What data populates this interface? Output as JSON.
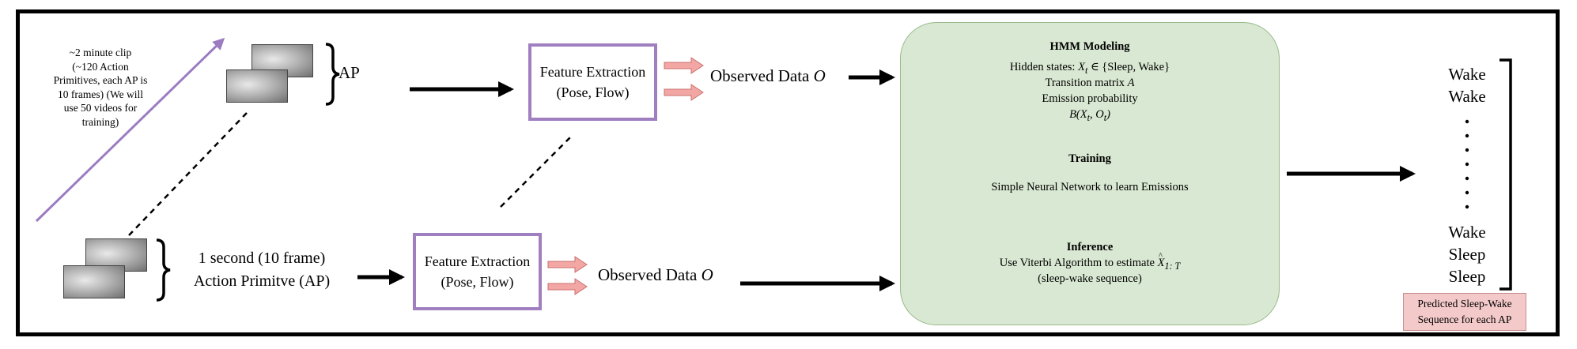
{
  "clip_note": [
    "~2 minute clip",
    "(~120 Action",
    "Primitives, each AP is",
    "10 frames)  (We will",
    "use 50 videos for",
    "training)"
  ],
  "ap_label": "AP",
  "primitive_label": [
    "1 second (10 frame)",
    "Action Primitve (AP)"
  ],
  "feature_extraction": [
    "Feature Extraction",
    "(Pose, Flow)"
  ],
  "observed_data": "Observed Data",
  "observed_symbol": "O",
  "hmm": {
    "title": "HMM Modeling",
    "hidden_states_prefix": "Hidden states:",
    "hidden_states_symbol": "X",
    "hidden_states_sub": "t",
    "hidden_states_set": "∈ {Sleep, Wake}",
    "transition_prefix": "Transition matrix",
    "transition_symbol": "A",
    "emission": "Emission probability",
    "emission_formula": "B(X",
    "emission_formula_mid": ", O",
    "emission_formula_end": ")",
    "training_title": "Training",
    "training_text": "Simple Neural Network to learn Emissions",
    "inference_title": "Inference",
    "inference_prefix": "Use Viterbi Algorithm to estimate",
    "inference_symbol": "X",
    "inference_sub": "1: T",
    "inference_note": "(sleep-wake sequence)"
  },
  "sequence_top": [
    "Wake",
    "Wake"
  ],
  "sequence_bottom": [
    "Wake",
    "Sleep",
    "Sleep"
  ],
  "predicted_label": [
    "Predicted Sleep-Wake",
    "Sequence for each AP"
  ],
  "colors": {
    "purple": "#9b7cc0",
    "hmm_fill": "#d9e8d2",
    "pink_arrow": "#f2a7a5",
    "green_arrow": "#3f6f24",
    "pred_fill": "#f4c9c9"
  }
}
